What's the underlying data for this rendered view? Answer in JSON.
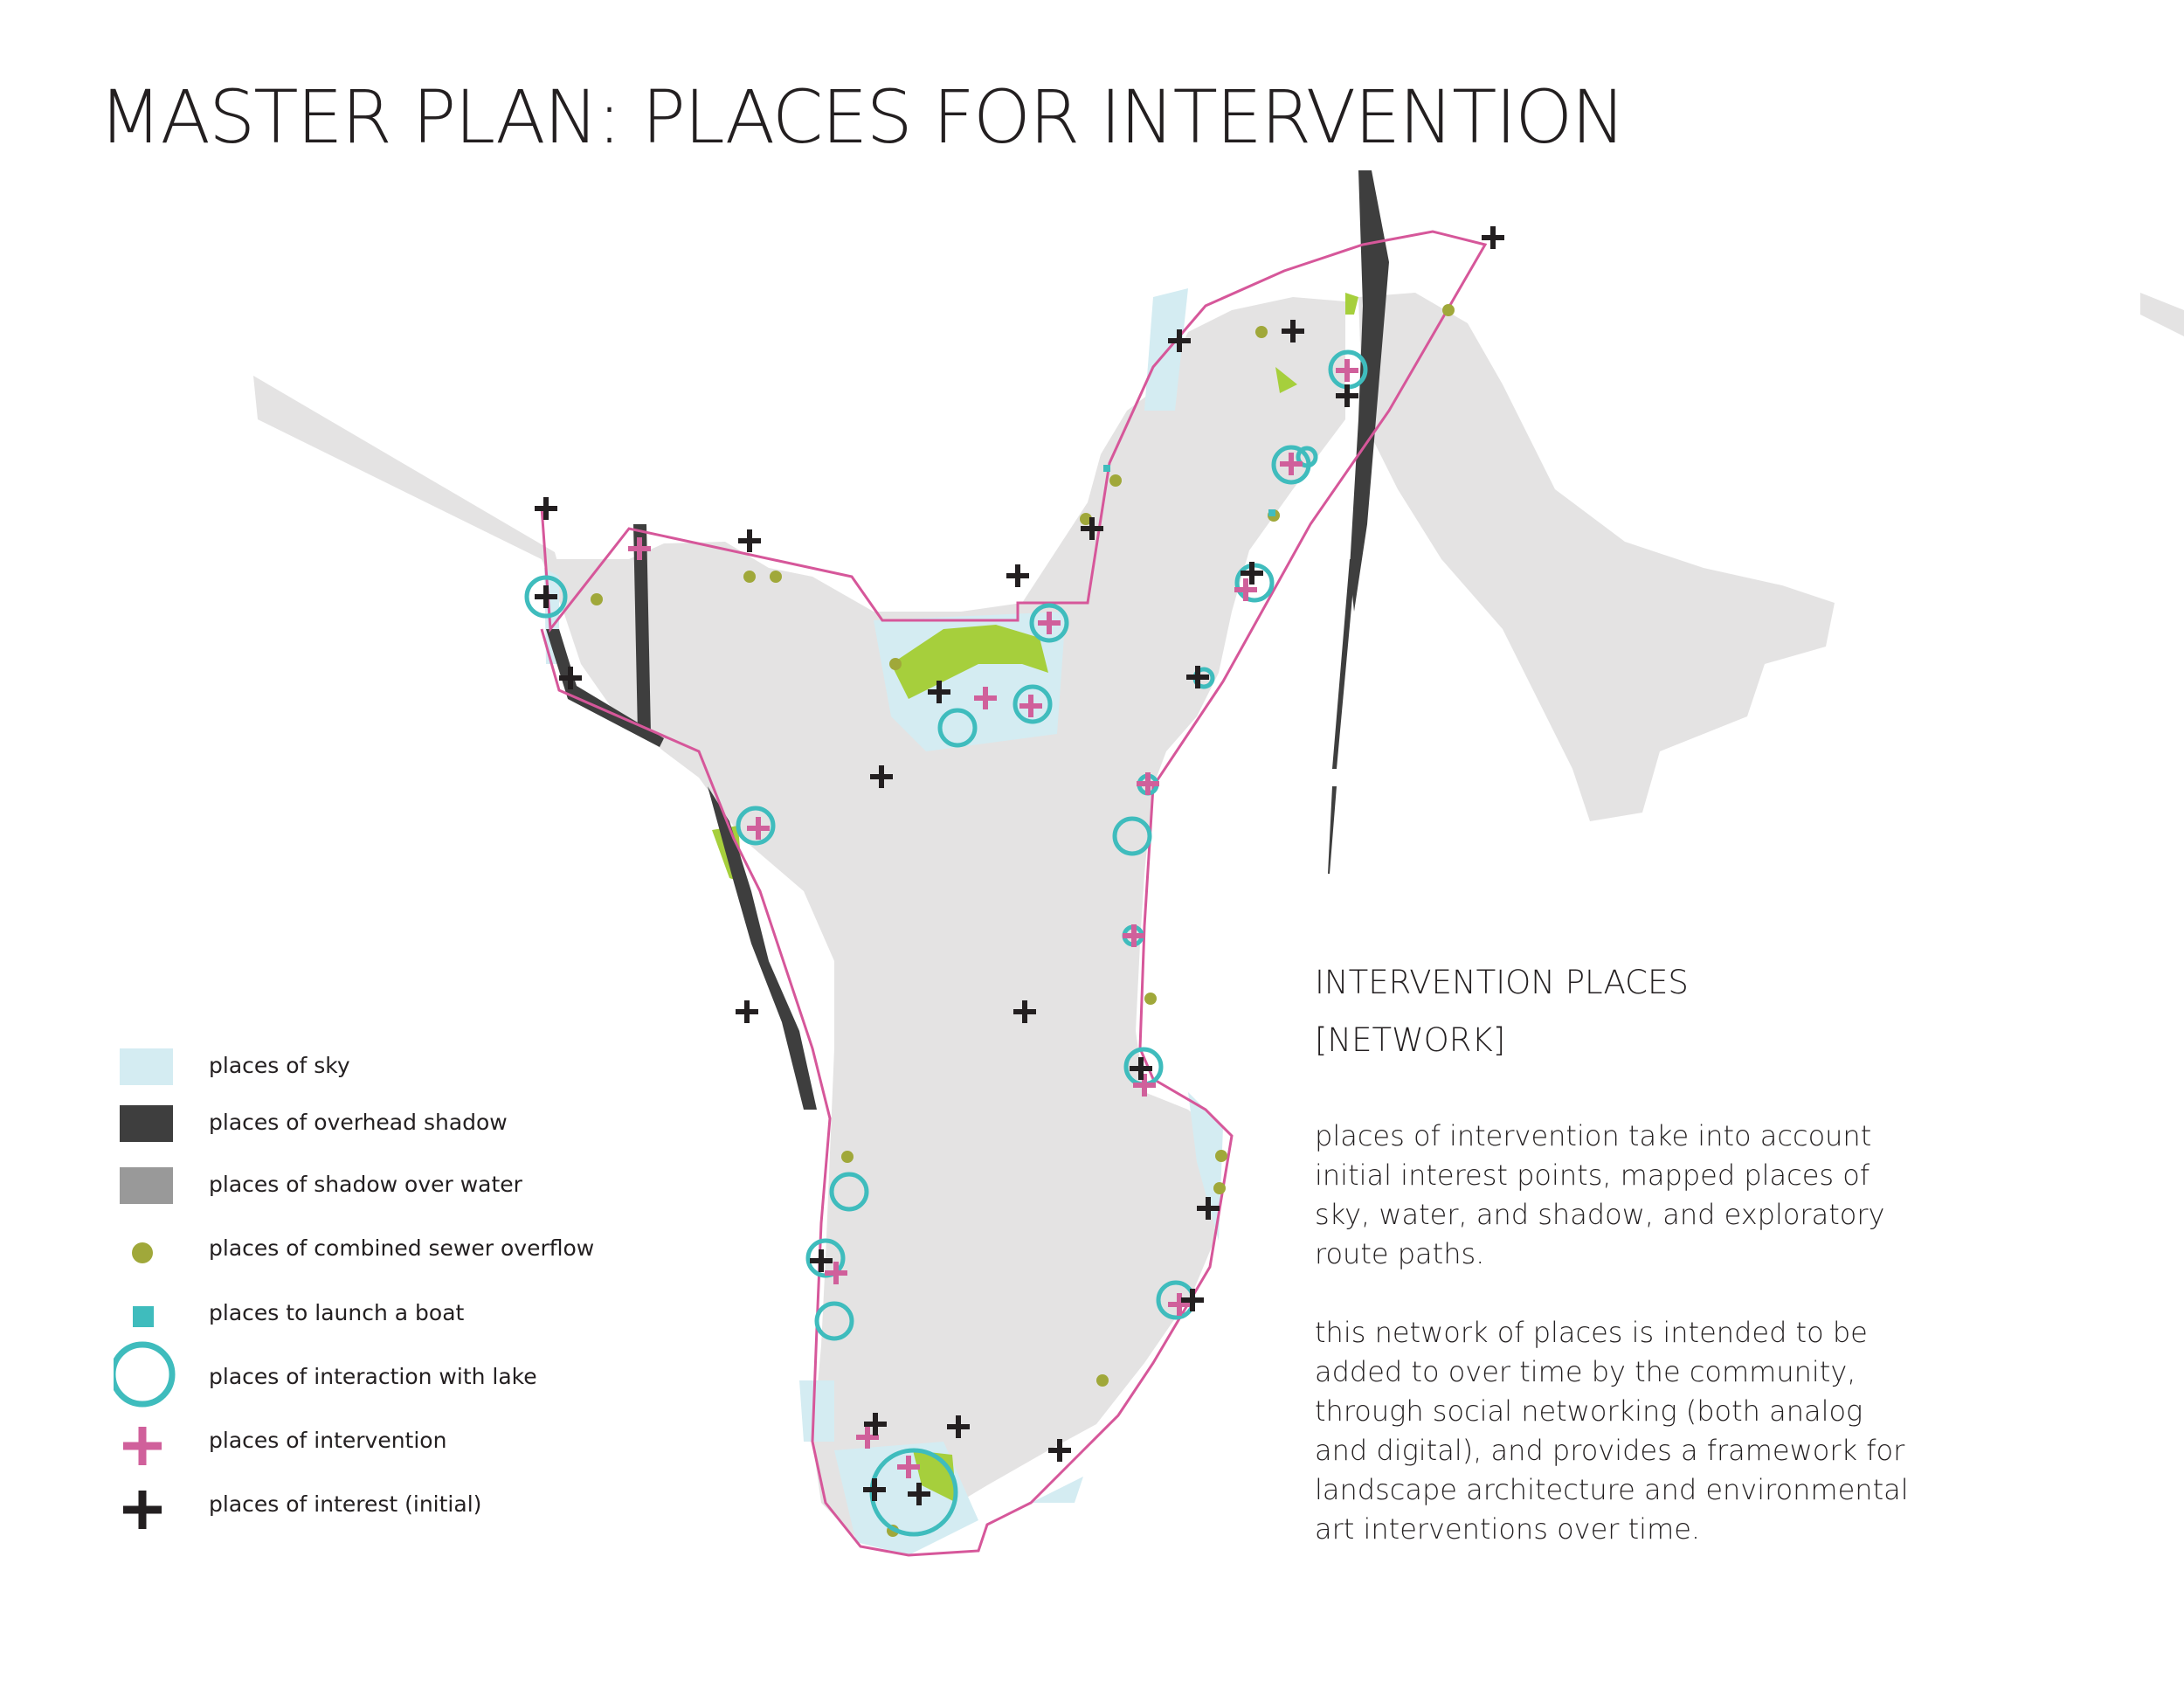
{
  "title": "MASTER PLAN: PLACES FOR INTERVENTION",
  "legend": [
    {
      "label": "places of sky",
      "symbol": "sky-swatch"
    },
    {
      "label": "places of overhead shadow",
      "symbol": "dark-swatch"
    },
    {
      "label": "places of shadow over water",
      "symbol": "gray-swatch"
    },
    {
      "label": "places of combined sewer overflow",
      "symbol": "olive-dot"
    },
    {
      "label": "places to launch a boat",
      "symbol": "teal-square"
    },
    {
      "label": "places of interaction with lake",
      "symbol": "teal-ring"
    },
    {
      "label": "places of intervention",
      "symbol": "pink-plus"
    },
    {
      "label": "places of interest (initial)",
      "symbol": "black-plus"
    }
  ],
  "info": {
    "heading_line1": "INTERVENTION PLACES",
    "heading_line2": "[NETWORK]",
    "para1_lines": [
      "places of intervention take into account",
      "initial interest points, mapped places of",
      "sky, water, and shadow, and exploratory",
      "route paths."
    ],
    "para2_lines": [
      "this network of places is intended to be",
      "added to over time by the community,",
      "through social networking (both analog",
      "and digital), and provides a framework for",
      "landscape architecture and environmental",
      "art interventions over time."
    ]
  },
  "colors": {
    "land": "#e4e3e3",
    "sky": "#d4ecf2",
    "overhead_shadow": "#3e3e3e",
    "shadow_over_water": "#999999",
    "sewer_overflow": "#a0a83a",
    "boat_launch": "#3fbcbd",
    "lake_interaction": "#3fbcbd",
    "intervention": "#d0609b",
    "interest": "#231f20",
    "park": "#a6cf3c",
    "route": "#d6579a"
  }
}
